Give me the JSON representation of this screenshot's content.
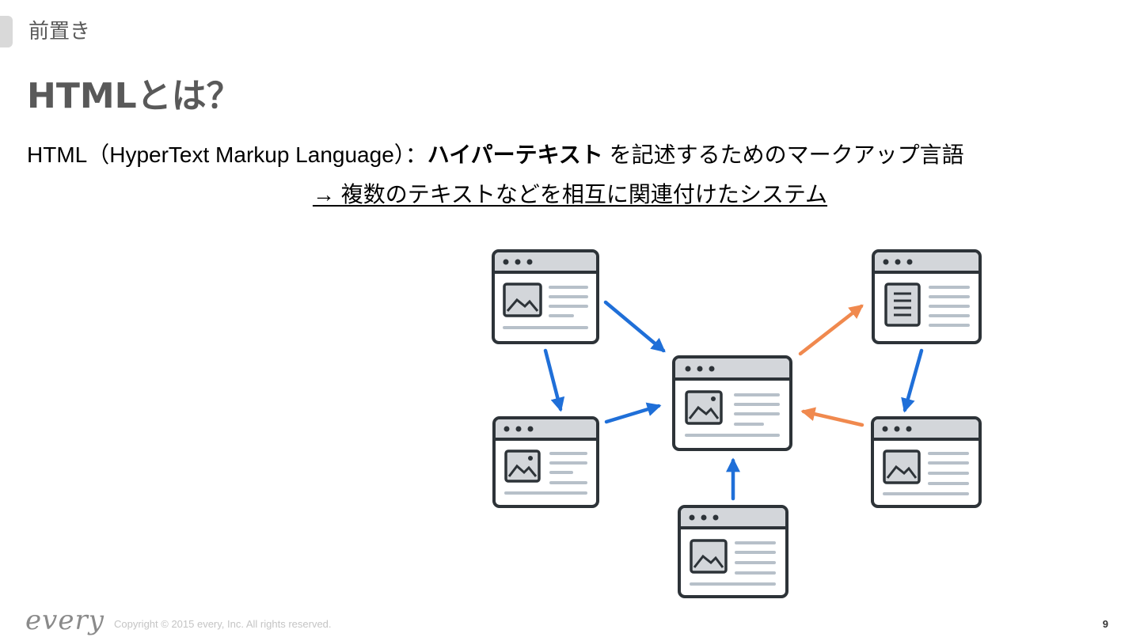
{
  "header": {
    "section_label": "前置き",
    "title": "HTMLとは？"
  },
  "definition": {
    "prefix": "HTML（HyperText Markup Language）：",
    "bold_term": "ハイパーテキスト",
    "suffix": " を記述するためのマークアップ言語"
  },
  "explanation": "→ 複数のテキストなどを相互に関連付けたシステム",
  "diagram": {
    "colors": {
      "incoming_arrow": "#1f6fd8",
      "outgoing_arrow": "#f0894e",
      "window_frame": "#2d3338",
      "titlebar": "#d3d6da",
      "text_line": "#b7c0c9"
    },
    "icons": [
      "browser-window-icon",
      "image-icon",
      "document-icon"
    ]
  },
  "footer": {
    "logo": "every",
    "copyright": "Copyright © 2015 every, Inc. All rights reserved.",
    "page_number": "9"
  }
}
